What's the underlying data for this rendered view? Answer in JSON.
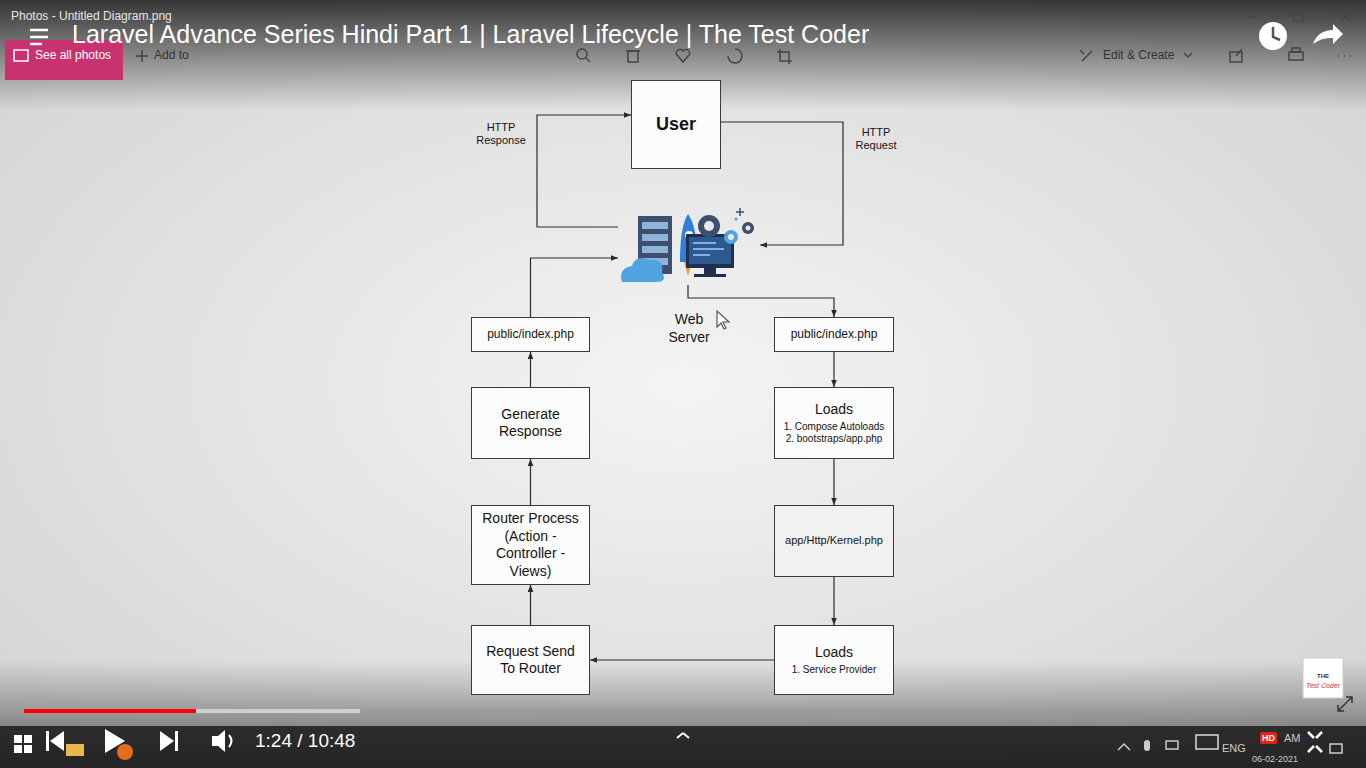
{
  "diagram": {
    "nodes": [
      {
        "text": [
          "User"
        ]
      },
      {
        "text": [
          "Web Server"
        ]
      },
      {
        "text": [
          "public/index.php"
        ]
      },
      {
        "text": [
          "public/index.php"
        ]
      },
      {
        "text": [
          "Generate Response"
        ]
      },
      {
        "text": [
          "Loads",
          "1. Compose Autoloads",
          "2. bootstraps/app.php"
        ]
      },
      {
        "text": [
          "Router Process (Action - Controller - Views)"
        ]
      },
      {
        "text": [
          "app/Http/Kernel.php"
        ]
      },
      {
        "text": [
          "Request Send To Router"
        ]
      },
      {
        "text": [
          "Loads",
          "1. Service Provider"
        ]
      }
    ],
    "edges": [
      {
        "from": 0,
        "to": 1,
        "label": "HTTP Request",
        "arrow": "to"
      },
      {
        "from": 1,
        "to": 0,
        "label": "HTTP Response",
        "arrow": "to"
      },
      {
        "from": 1,
        "to": 3,
        "arrow": "to"
      },
      {
        "from": 3,
        "to": 5,
        "arrow": "to"
      },
      {
        "from": 5,
        "to": 7,
        "arrow": "to"
      },
      {
        "from": 7,
        "to": 9,
        "arrow": "to"
      },
      {
        "from": 9,
        "to": 8,
        "arrow": "to"
      },
      {
        "from": 8,
        "to": 6,
        "arrow": "to"
      },
      {
        "from": 6,
        "to": 4,
        "arrow": "to"
      },
      {
        "from": 4,
        "to": 2,
        "arrow": "to"
      },
      {
        "from": 2,
        "to": 1,
        "arrow": "to"
      }
    ],
    "labels": [
      "Photos - Untitled Diagram.png",
      "Laravel Advance Series Hindi Part 1 | Laravel Lifecycle | The Test Coder",
      "See all photos",
      "Add to",
      "Edit & Create",
      "1:24 / 10:48",
      "THE",
      "Test Coder",
      "HD",
      "ENG",
      "AM",
      "06-02-2021"
    ]
  }
}
